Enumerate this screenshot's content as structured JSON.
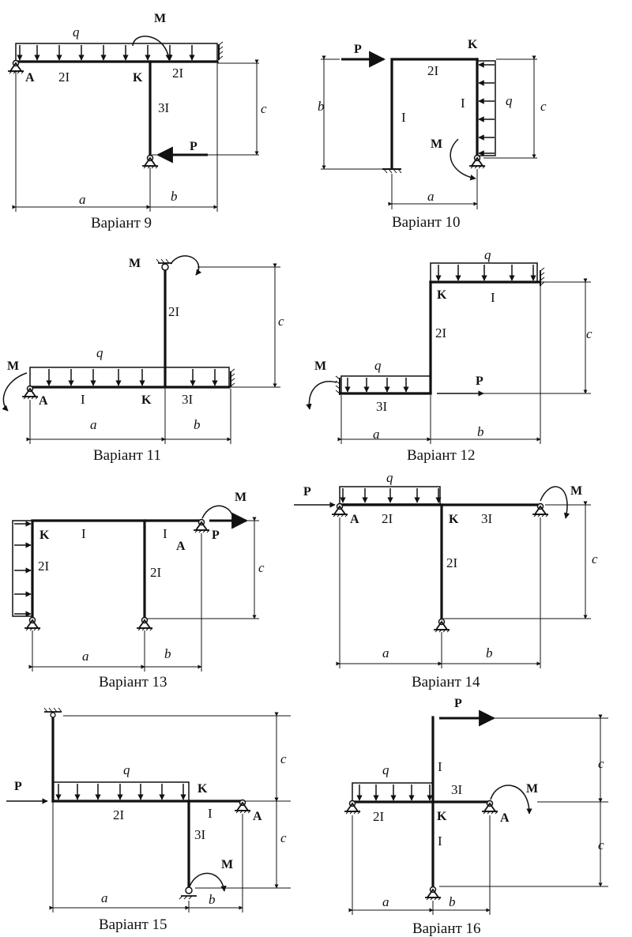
{
  "labels": {
    "q": "q",
    "M": "M",
    "P": "P",
    "K": "K",
    "A": "A",
    "a": "a",
    "b": "b",
    "c": "c",
    "I": "I",
    "2I": "2I",
    "3I": "3I"
  },
  "captions": [
    "Варіант 9",
    "Варіант 10",
    "Варіант 11",
    "Варіант 12",
    "Варіант 13",
    "Варіант 14",
    "Варіант 15",
    "Варіант 16"
  ]
}
